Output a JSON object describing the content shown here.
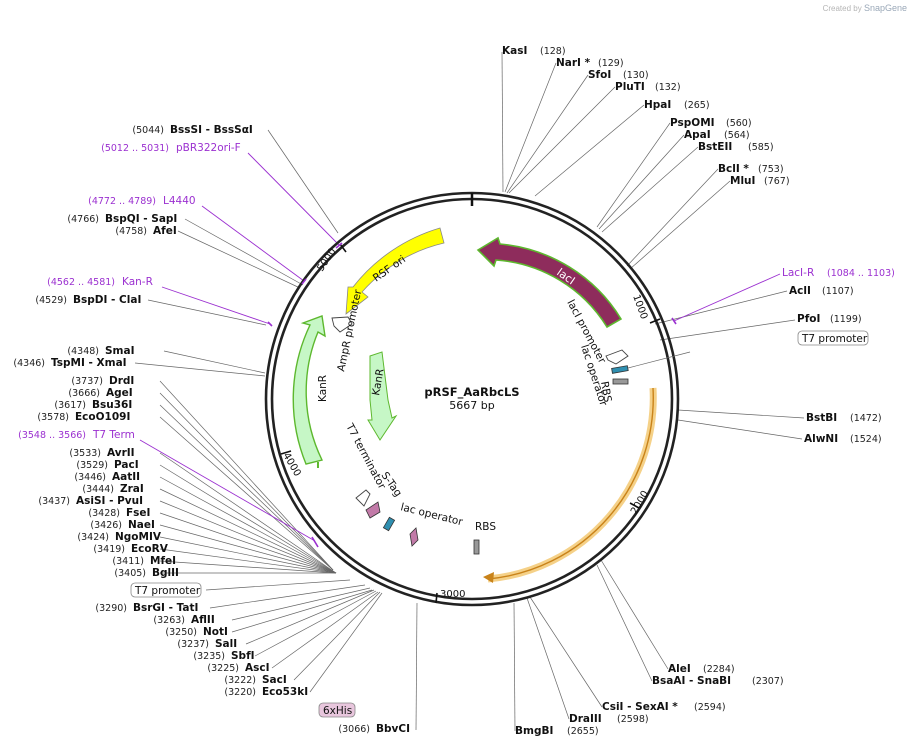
{
  "credit": {
    "prefix": "Created by",
    "brand": "SnapGene"
  },
  "plasmid": {
    "name": "pRSF_AaRbcLS",
    "length": "5667 bp"
  },
  "ticks": [
    "1000",
    "2000",
    "3000",
    "4000",
    "5000"
  ],
  "sites_right": [
    {
      "name": "KasI",
      "pos": "(128)"
    },
    {
      "name": "NarI *",
      "pos": "(129)"
    },
    {
      "name": "SfoI",
      "pos": "(130)"
    },
    {
      "name": "PluTI",
      "pos": "(132)"
    },
    {
      "name": "HpaI",
      "pos": "(265)"
    },
    {
      "name": "PspOMI",
      "pos": "(560)"
    },
    {
      "name": "ApaI",
      "pos": "(564)"
    },
    {
      "name": "BstEII",
      "pos": "(585)"
    },
    {
      "name": "BclI *",
      "pos": "(753)"
    },
    {
      "name": "MluI",
      "pos": "(767)"
    },
    {
      "name": "AclI",
      "pos": "(1107)"
    },
    {
      "name": "PfoI",
      "pos": "(1199)"
    },
    {
      "name": "BstBI",
      "pos": "(1472)"
    },
    {
      "name": "AlwNI",
      "pos": "(1524)"
    },
    {
      "name": "AleI",
      "pos": "(2284)"
    },
    {
      "name": "BsaAI - SnaBI",
      "pos": "(2307)"
    },
    {
      "name": "CsiI - SexAI *",
      "pos": "(2594)"
    },
    {
      "name": "DraIII",
      "pos": "(2598)"
    },
    {
      "name": "BmgBI",
      "pos": "(2655)"
    }
  ],
  "sites_left": [
    {
      "name": "BssSI - BssSαI",
      "pos": "(5044)"
    },
    {
      "name": "BspQI - SapI",
      "pos": "(4766)"
    },
    {
      "name": "AfeI",
      "pos": "(4758)"
    },
    {
      "name": "BspDI - ClaI",
      "pos": "(4529)"
    },
    {
      "name": "SmaI",
      "pos": "(4348)"
    },
    {
      "name": "TspMI - XmaI",
      "pos": "(4346)"
    },
    {
      "name": "DrdI",
      "pos": "(3737)"
    },
    {
      "name": "AgeI",
      "pos": "(3666)"
    },
    {
      "name": "Bsu36I",
      "pos": "(3617)"
    },
    {
      "name": "EcoO109I",
      "pos": "(3578)"
    },
    {
      "name": "AvrII",
      "pos": "(3533)"
    },
    {
      "name": "PacI",
      "pos": "(3529)"
    },
    {
      "name": "AatII",
      "pos": "(3446)"
    },
    {
      "name": "ZraI",
      "pos": "(3444)"
    },
    {
      "name": "AsiSI - PvuI",
      "pos": "(3437)"
    },
    {
      "name": "FseI",
      "pos": "(3428)"
    },
    {
      "name": "NaeI",
      "pos": "(3426)"
    },
    {
      "name": "NgoMIV",
      "pos": "(3424)"
    },
    {
      "name": "EcoRV",
      "pos": "(3419)"
    },
    {
      "name": "MfeI",
      "pos": "(3411)"
    },
    {
      "name": "BglII",
      "pos": "(3405)"
    },
    {
      "name": "BsrGI - TatI",
      "pos": "(3290)"
    },
    {
      "name": "AflII",
      "pos": "(3263)"
    },
    {
      "name": "NotI",
      "pos": "(3250)"
    },
    {
      "name": "SalI",
      "pos": "(3237)"
    },
    {
      "name": "SbfI",
      "pos": "(3235)"
    },
    {
      "name": "AscI",
      "pos": "(3225)"
    },
    {
      "name": "SacI",
      "pos": "(3222)"
    },
    {
      "name": "Eco53kI",
      "pos": "(3220)"
    },
    {
      "name": "BbvCI",
      "pos": "(3066)"
    }
  ],
  "primers": [
    {
      "name": "pBR322ori-F",
      "range": "(5012 .. 5031)"
    },
    {
      "name": "L4440",
      "range": "(4772 .. 4789)"
    },
    {
      "name": "Kan-R",
      "range": "(4562 .. 4581)"
    },
    {
      "name": "T7 Term",
      "range": "(3548 .. 3566)"
    },
    {
      "name": "LacI-R",
      "range": "(1084 .. 1103)"
    }
  ],
  "boxed": {
    "t7_left": "T7 promoter",
    "t7_right": "T7 promoter",
    "his": "6xHis"
  },
  "features": {
    "lacI": "lacI",
    "rsf_ori": "RSF ori",
    "kanr_a": "KanR",
    "kanr_b": "KanR",
    "lacI_promoter": "lacI promoter",
    "lac_operator_a": "lac operator",
    "rbs_a": "RBS",
    "ampr_promoter": "AmpR promoter",
    "t7_terminator": "T7 terminator",
    "s_tag": "S-Tag",
    "lac_operator_b": "lac operator",
    "rbs_b": "RBS"
  },
  "colors": {
    "lacI": "#8e2c5c",
    "rsf_ori": "#ffff00",
    "kanr": "#c6f7c6",
    "orf_band": "#f3c56a",
    "primer": "#9b30d0",
    "green_band": "#5db82e"
  }
}
